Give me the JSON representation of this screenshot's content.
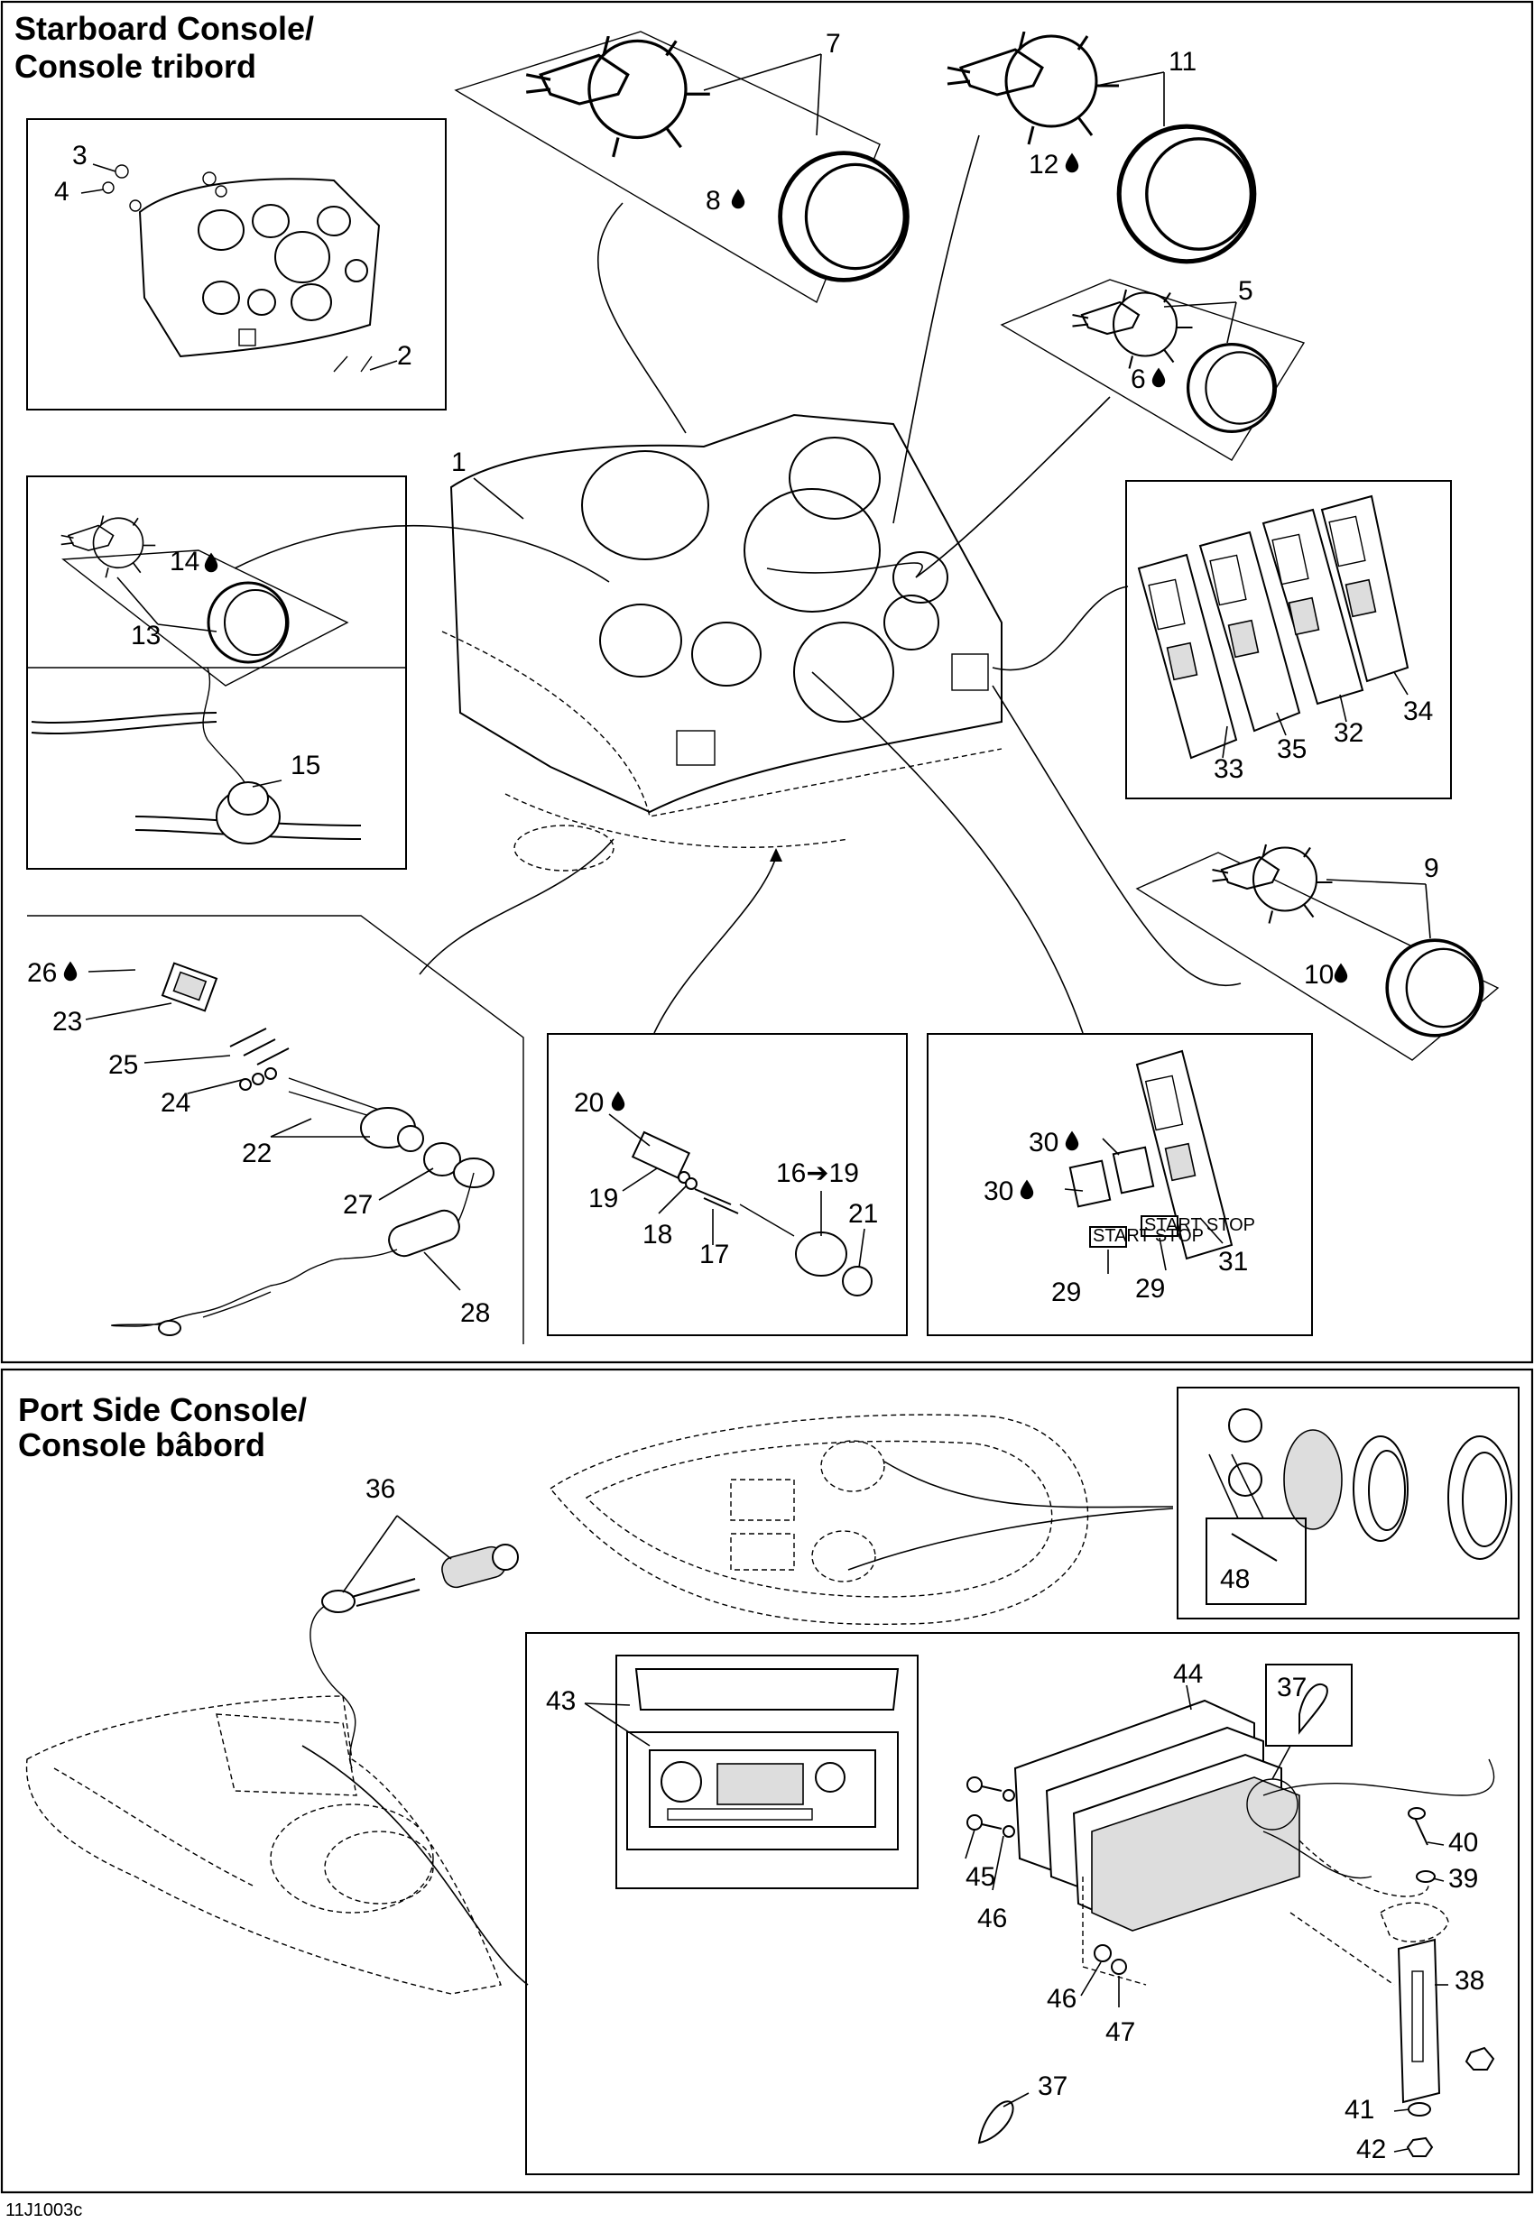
{
  "sections": {
    "starboard_title_line1": "Starboard Console/",
    "starboard_title_line2": "Console tribord",
    "port_title_line1": "Port Side Console/",
    "port_title_line2": "Console bâbord"
  },
  "drawing_code": "11J1003c",
  "callouts": {
    "c1": "1",
    "c2": "2",
    "c3": "3",
    "c4": "4",
    "c5": "5",
    "c6": "6",
    "c7": "7",
    "c8": "8",
    "c9": "9",
    "c10": "10",
    "c11": "11",
    "c12": "12",
    "c13": "13",
    "c14": "14",
    "c15": "15",
    "c16_19": "16➔19",
    "c17": "17",
    "c18": "18",
    "c19": "19",
    "c20": "20",
    "c21": "21",
    "c22": "22",
    "c23": "23",
    "c24": "24",
    "c25": "25",
    "c26": "26",
    "c27": "27",
    "c28": "28",
    "c29a": "29",
    "c29b": "29",
    "c30a": "30",
    "c30b": "30",
    "c31": "31",
    "c32": "32",
    "c33": "33",
    "c34": "34",
    "c35": "35",
    "c36": "36",
    "c37a": "37",
    "c37b": "37",
    "c38": "38",
    "c39": "39",
    "c40": "40",
    "c41": "41",
    "c42": "42",
    "c43": "43",
    "c44": "44",
    "c45": "45",
    "c46a": "46",
    "c46b": "46",
    "c47": "47",
    "c48": "48"
  },
  "switch_labels": {
    "start_stop": "START STOP"
  },
  "icons": {
    "liquid_drop": "drop-icon",
    "arrow": "arrow-right-icon"
  },
  "colors": {
    "line": "#000000",
    "background": "#ffffff"
  }
}
